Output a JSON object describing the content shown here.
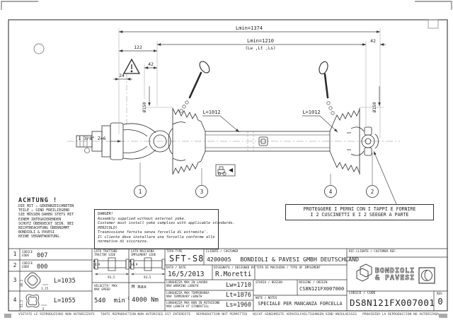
{
  "drawing": {
    "dim_lmin_total": "Lmin=1374",
    "dim_lmin_closed": "Lmin=1210",
    "dim_lmin_sub": "(Lw ,Lt ,Ls)",
    "dim_122": "122",
    "dim_42_left": "42",
    "dim_42_right": "42",
    "dim_24": "24",
    "dia_left": "Ø150",
    "dia_right": "Ø150",
    "tube_left": "L=1012",
    "tube_right": "L=1012",
    "spline_label": "1 3/8\" Z=6",
    "balloons": [
      "1",
      "3",
      "4",
      "2"
    ],
    "protect_line1": "PROTEGGERE I PERNI CON I TAPPI E FORNIRE",
    "protect_line2": "I 2 CUSCINETTI E I 2 SEEGER A PARTE"
  },
  "achtung": {
    "title": "ACHTUNG !",
    "lines": [
      "DIE MIT ⚠ GEKENNZEICHNETEN",
      "TEILE ⚠ SIND FREILIEGEND",
      "SIE MÜSSEN DAHER STETS MIT",
      "EINEM INTEGRIERENDEN",
      "SCHUTZ ÜBERDECKT SEIN. BEI",
      "NICHTBEACHTUNG ÜBERNIMMT",
      "BONDIOLI & PAVESI",
      "KEINE VERANTWORTUNG."
    ]
  },
  "safety_note": {
    "lines": [
      "DANGER!",
      "Assembly supplied without external yoke.",
      "Customer must install yoke complies with applicable standards.",
      "",
      "PERICOLO!",
      "Trasmissione fornita senza forcella di estremita'.",
      "Il cliente deve installare una forcella conforme alle",
      "normative di sicurezza."
    ]
  },
  "parts": [
    {
      "num": "1",
      "label_it": "CODICE",
      "label_en": "CODE",
      "value": "007"
    },
    {
      "num": "2",
      "label_it": "CODICE",
      "label_en": "CODE",
      "value": "000"
    },
    {
      "num": "3",
      "dim_v": "38.2",
      "dim_h": "3.25",
      "value": "L=1035"
    },
    {
      "num": "4",
      "dim_v": "51.2",
      "dim_h": "5",
      "value": "L=1055"
    }
  ],
  "titleblock": {
    "tractor_side": {
      "label_it": "LATO TRATTORE",
      "label_en": "TRACTOR SIDE",
      "dim_v": "34.9",
      "dim_h": "93,5"
    },
    "implement_side": {
      "label_it": "LATO MACCHINA",
      "label_en": "IMPLEMENT SIDE",
      "dim_v": "34.9",
      "dim_h": "93,5"
    },
    "max_speed": {
      "label_it": "VELOCITA' MAX",
      "label_en": "MAX SPEED",
      "value": "540",
      "unit": "min",
      "exp": "-1"
    },
    "torque": {
      "label": "M max",
      "value": "4000 Nm"
    },
    "type": {
      "label": "TIPO-TYPE",
      "value": "SFT-S8"
    },
    "customer": {
      "label": "CLIENTE / CUSTOMER",
      "code": "4200005",
      "name": "BONDIOLI & PAVESI GMBH DEUTSCHLAND"
    },
    "date": {
      "label": "DATA / DATE",
      "value": "16/5/2013"
    },
    "designed_by": {
      "label": "DISEGNATO / DESIGNED BY",
      "value": "R.Moretti"
    },
    "implement_type": {
      "label": "TIPO DI MACCHINA / TYPE OF IMPLEMENT",
      "value": ""
    },
    "lengths": [
      {
        "label_it": "LUNGHEZZA MAX IN LAVORO",
        "label_en": "MAX WORKING LENGTH",
        "value": "Lw=1710"
      },
      {
        "label_it": "LUNGHEZZA MAX TEMPORANEA",
        "label_en": "MAX TEMPORARY LENGTH",
        "value": "Lt=1876"
      },
      {
        "label_it": "LUNGHEZZA MAX NON IN ROTAZIONE",
        "label_en": "MAX LENGTH AT STANDSTILL",
        "value": "Ls=1960"
      }
    ],
    "studio": {
      "label": "STUDIO / DESIGN",
      "value": ""
    },
    "origin": {
      "label": "ORIGINE / ORIGIN",
      "value": "CS8N121FX007000"
    },
    "notes": {
      "label": "NOTE / NOTES",
      "value": "SPECIALE PER MANCANZA FORCELLA"
    },
    "customer_ref": {
      "label": "RIF.CLIENTE / CUSTOMER REF.",
      "value": ""
    },
    "logo": {
      "line1": "BONDIOLI",
      "line2": "& PAVESI"
    },
    "code": {
      "label": "CODICE / CODE",
      "value": "DS8N121FX007001",
      "rev_label": "REV.",
      "rev": "0"
    }
  },
  "footer": {
    "notices": [
      "VIETATE LE RIPRODUZIONI NON AUTORIZZATE",
      "TOUTE REPRODUCTION NON AUTORISEE EST INTERDITE",
      "REPRODUCTION NOT PERMITTED",
      "NICHT GENEHMIGTE VERVIELFAELTIGUNGEN SIND UNZULAESSIG",
      "PROHIBIDA LA REPRODUCCION NO AUTORIZADA"
    ]
  }
}
